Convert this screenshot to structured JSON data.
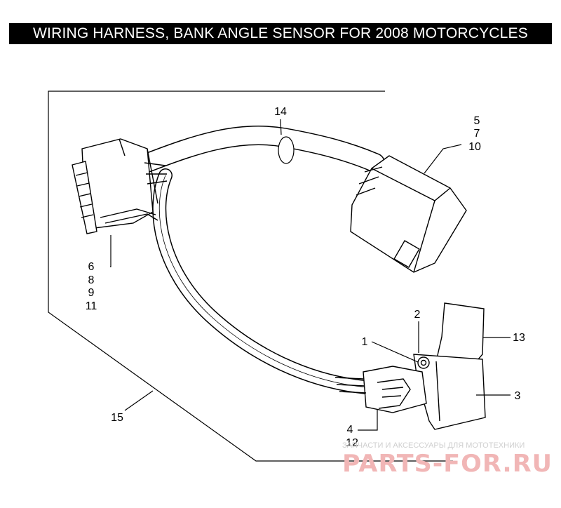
{
  "title": "WIRING HARNESS, BANK ANGLE SENSOR FOR 2008 MOTORCYCLES",
  "callouts": {
    "c1": "1",
    "c2": "2",
    "c3": "3",
    "c4": "4",
    "c5": "5",
    "c6": "6",
    "c7": "7",
    "c8": "8",
    "c9": "9",
    "c10": "10",
    "c11": "11",
    "c12": "12",
    "c13": "13",
    "c14": "14",
    "c15": "15"
  },
  "watermark": {
    "tagline": "ЗАПЧАСТИ И АКСЕССУАРЫ ДЛЯ МОТОТЕХНИКИ",
    "brand": "PARTS-FOR.RU"
  }
}
